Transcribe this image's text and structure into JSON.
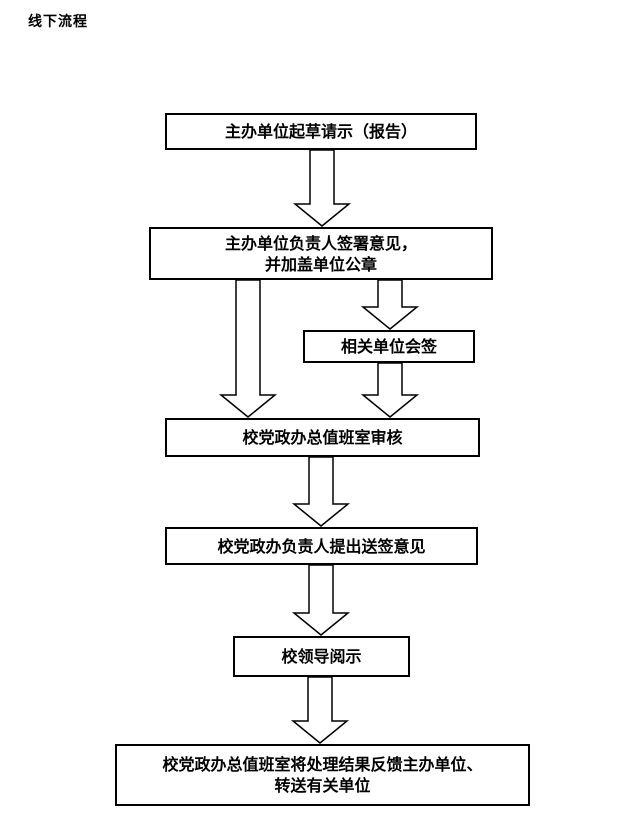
{
  "page": {
    "title": "线下流程",
    "colors": {
      "border": "#000000",
      "background": "#ffffff",
      "text": "#000000"
    }
  },
  "flowchart": {
    "arrow_icon": "down-block-arrow",
    "nodes": [
      {
        "id": "draft",
        "label": "主办单位起草请示（报告）"
      },
      {
        "id": "sign-seal",
        "label": "主办单位负责人签署意见，\n并加盖单位公章"
      },
      {
        "id": "countersign",
        "label": "相关单位会签"
      },
      {
        "id": "duty-review",
        "label": "校党政办总值班室审核"
      },
      {
        "id": "send-opinion",
        "label": "校党政办负责人提出送签意见"
      },
      {
        "id": "leader-read",
        "label": "校领导阅示"
      },
      {
        "id": "feedback",
        "label": "校党政办总值班室将处理结果反馈主办单位、\n转送有关单位"
      }
    ]
  }
}
